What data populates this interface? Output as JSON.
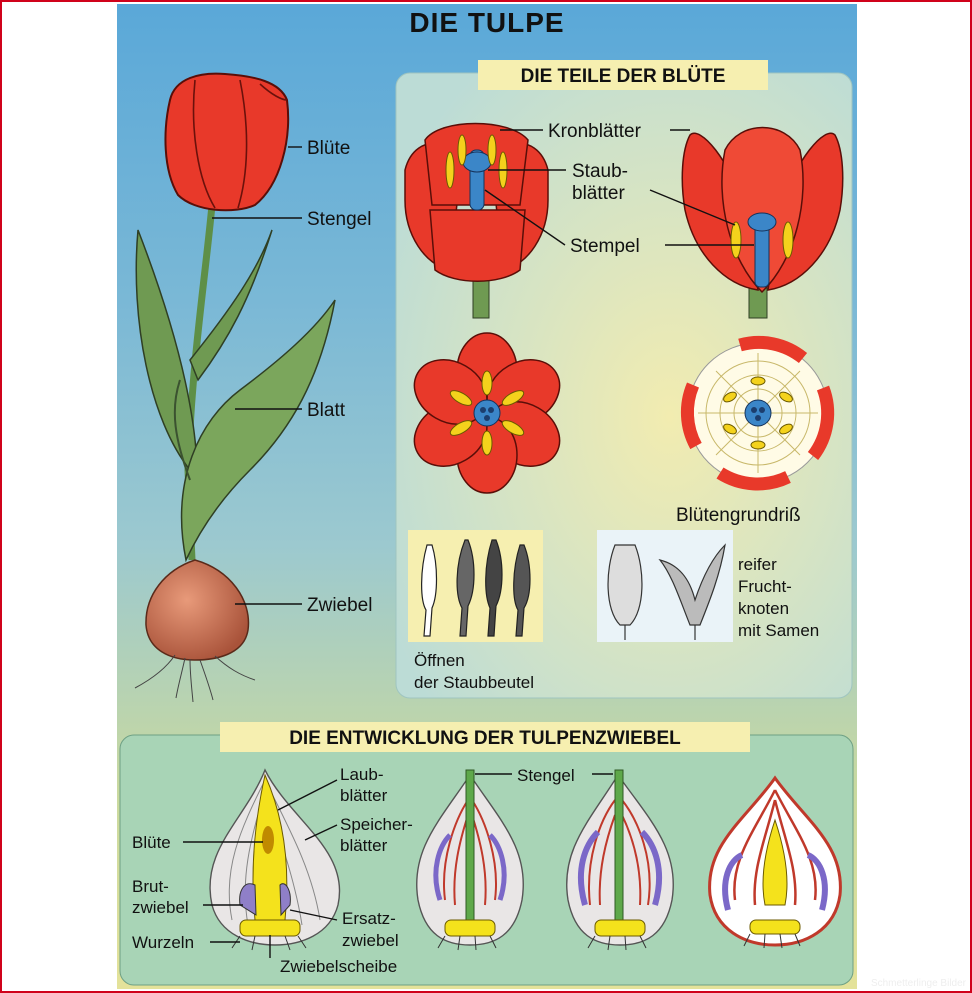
{
  "title": "DIE TULPE",
  "plant_labels": {
    "bluete": "Blüte",
    "stengel": "Stengel",
    "blatt": "Blatt",
    "zwiebel": "Zwiebel"
  },
  "parts_section": {
    "header": "DIE TEILE DER BLÜTE",
    "kronblaetter": "Kronblätter",
    "staub_1": "Staub-",
    "staub_2": "blätter",
    "stempel": "Stempel",
    "grundriss": "Blütengrundriß",
    "oeffnen_1": "Öffnen",
    "oeffnen_2": "der Staubbeutel",
    "frucht_1": "reifer",
    "frucht_2": "Frucht-",
    "frucht_3": "knoten",
    "frucht_4": "mit Samen"
  },
  "development_section": {
    "header": "DIE ENTWICKLUNG DER TULPENZWIEBEL",
    "laub_1": "Laub-",
    "laub_2": "blätter",
    "speicher_1": "Speicher-",
    "speicher_2": "blätter",
    "bluete": "Blüte",
    "brut_1": "Brut-",
    "brut_2": "zwiebel",
    "ersatz_1": "Ersatz-",
    "ersatz_2": "zwiebel",
    "wurzeln": "Wurzeln",
    "zwiebelscheibe": "Zwiebelscheibe",
    "stengel": "Stengel"
  },
  "watermark": "Schmetterlinge Bilder",
  "colors": {
    "petal": "#e8392a",
    "petal_dark": "#b81d14",
    "leaf": "#6f9a52",
    "leaf_dark": "#4d6a3c",
    "stamen": "#f4d21c",
    "pistil": "#3b86c8",
    "bulb": "#c96b4c",
    "panel": "#cfe3cf"
  }
}
